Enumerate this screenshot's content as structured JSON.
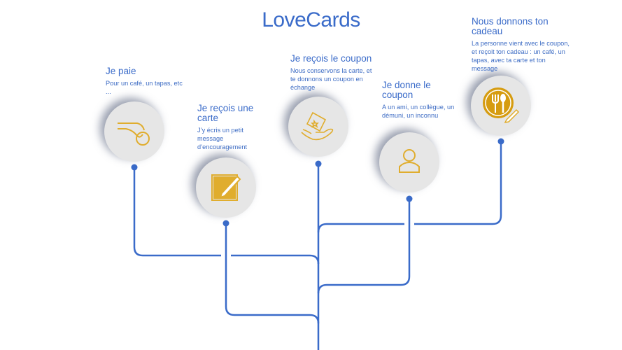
{
  "title": "LoveCards",
  "steps": [
    {
      "title": "Je paie",
      "text": "Pour un café, un tapas, etc ...",
      "icon": "hand-coin-icon"
    },
    {
      "title": "Je reçois une carte",
      "text": "J’y écris un petit message d’encouragement",
      "icon": "card-pencil-icon"
    },
    {
      "title": "Je reçois le coupon",
      "text": "Nous conservons la carte, et te donnons un coupon en échange",
      "icon": "hand-ticket-icon"
    },
    {
      "title": "Je donne le coupon",
      "text": "A un ami, un collègue, un démuni, un inconnu",
      "icon": "person-icon"
    },
    {
      "title": "Nous donnons ton cadeau",
      "text": "La personne vient avec le coupon, et reçoit ton cadeau : un café, un tapas, avec ta carte et ton message",
      "icon": "plate-fork-spoon-icon"
    }
  ],
  "colors": {
    "blue": "#3a6bc9",
    "gold": "#e0ad2e",
    "line": "#3a6bc9"
  }
}
